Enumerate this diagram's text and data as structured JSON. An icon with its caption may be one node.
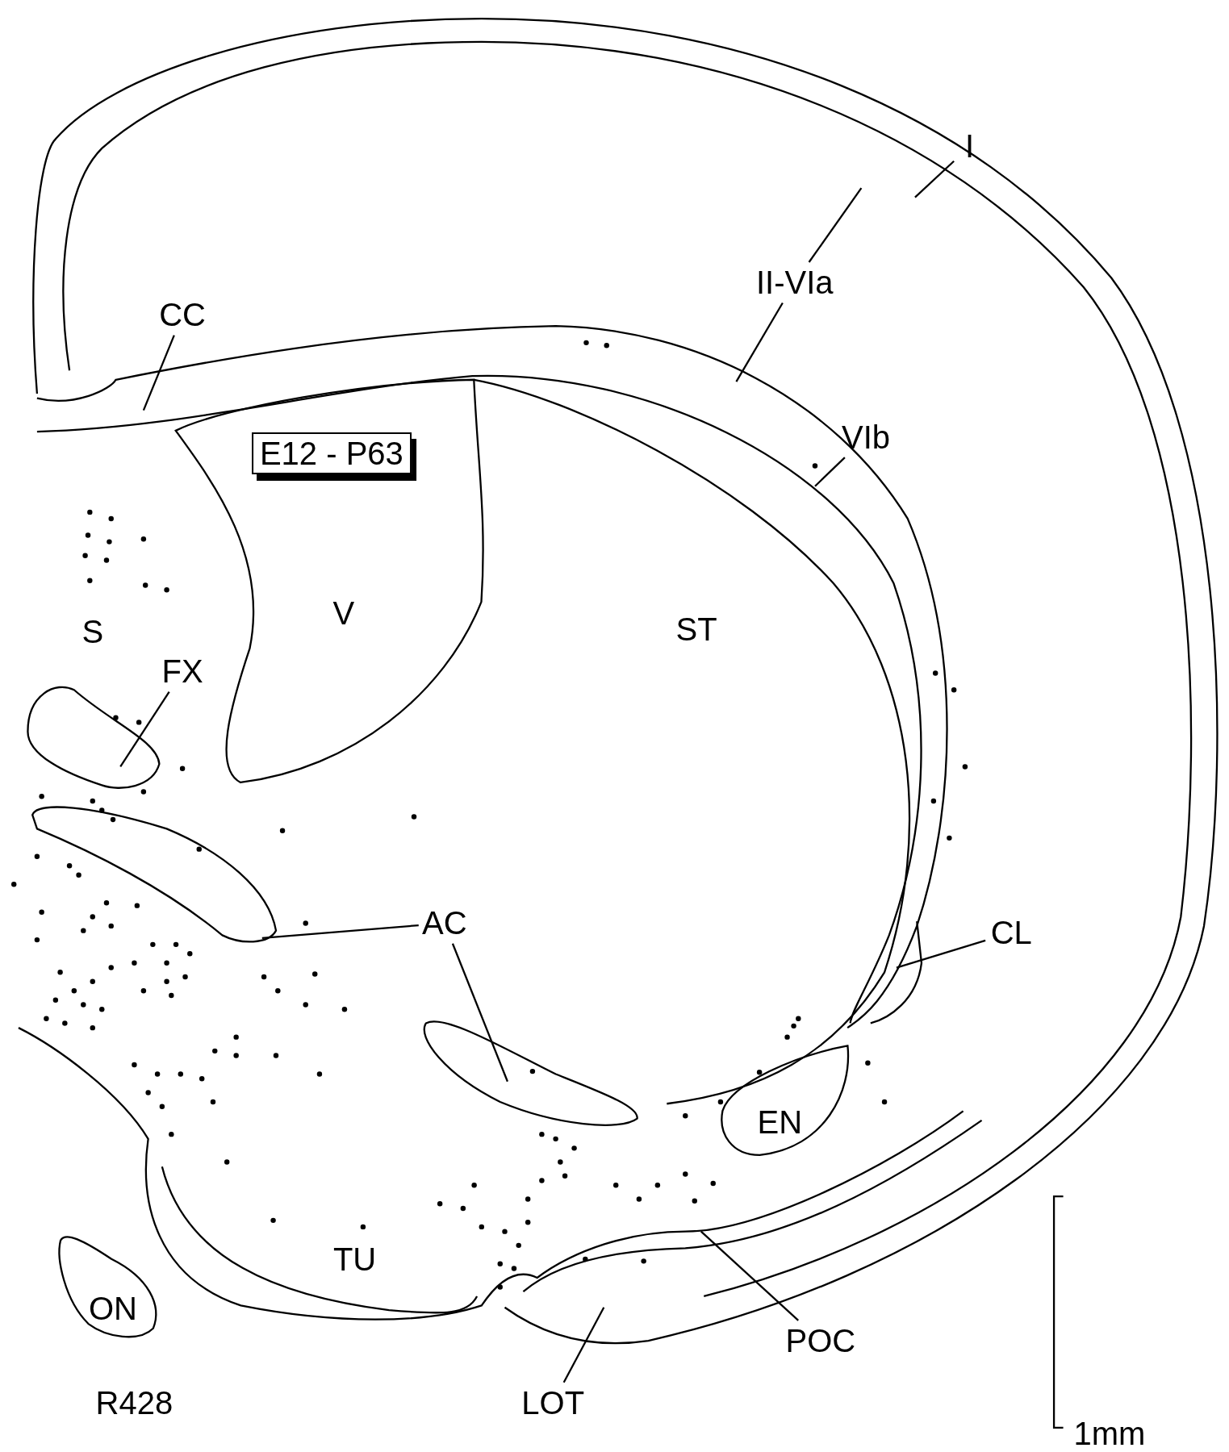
{
  "diagram": {
    "nodes": [
      {
        "text": [
          "I"
        ]
      },
      {
        "text": [
          "II-VIa"
        ]
      },
      {
        "text": [
          "CC"
        ]
      },
      {
        "text": [
          "VIb"
        ]
      },
      {
        "text": [
          "E12 - P63"
        ],
        "in": 5
      },
      {
        "text": [
          "V"
        ]
      },
      {
        "text": [
          "FX"
        ]
      },
      {
        "text": [
          "AC"
        ]
      },
      {
        "text": [
          "CL"
        ]
      },
      {
        "text": [
          "EN"
        ]
      },
      {
        "text": [
          "ON"
        ]
      },
      {
        "text": [
          "POC"
        ]
      },
      {
        "text": [
          "LOT"
        ]
      }
    ],
    "edges": [
      {
        "from": 0,
        "to": null,
        "arrow": "none"
      },
      {
        "from": 1,
        "to": null,
        "arrow": "none"
      },
      {
        "from": 1,
        "to": null,
        "arrow": "none"
      },
      {
        "from": 2,
        "to": null,
        "arrow": "none"
      },
      {
        "from": 3,
        "to": null,
        "arrow": "none"
      },
      {
        "from": 6,
        "to": null,
        "arrow": "none"
      },
      {
        "from": 7,
        "to": null,
        "arrow": "none"
      },
      {
        "from": 7,
        "to": null,
        "arrow": "none"
      },
      {
        "from": 8,
        "to": null,
        "arrow": "none"
      },
      {
        "from": 11,
        "to": null,
        "arrow": "none"
      },
      {
        "from": 12,
        "to": null,
        "arrow": "none"
      }
    ],
    "labels": [
      "S",
      "ST",
      "TU",
      "R428",
      "1mm"
    ]
  }
}
